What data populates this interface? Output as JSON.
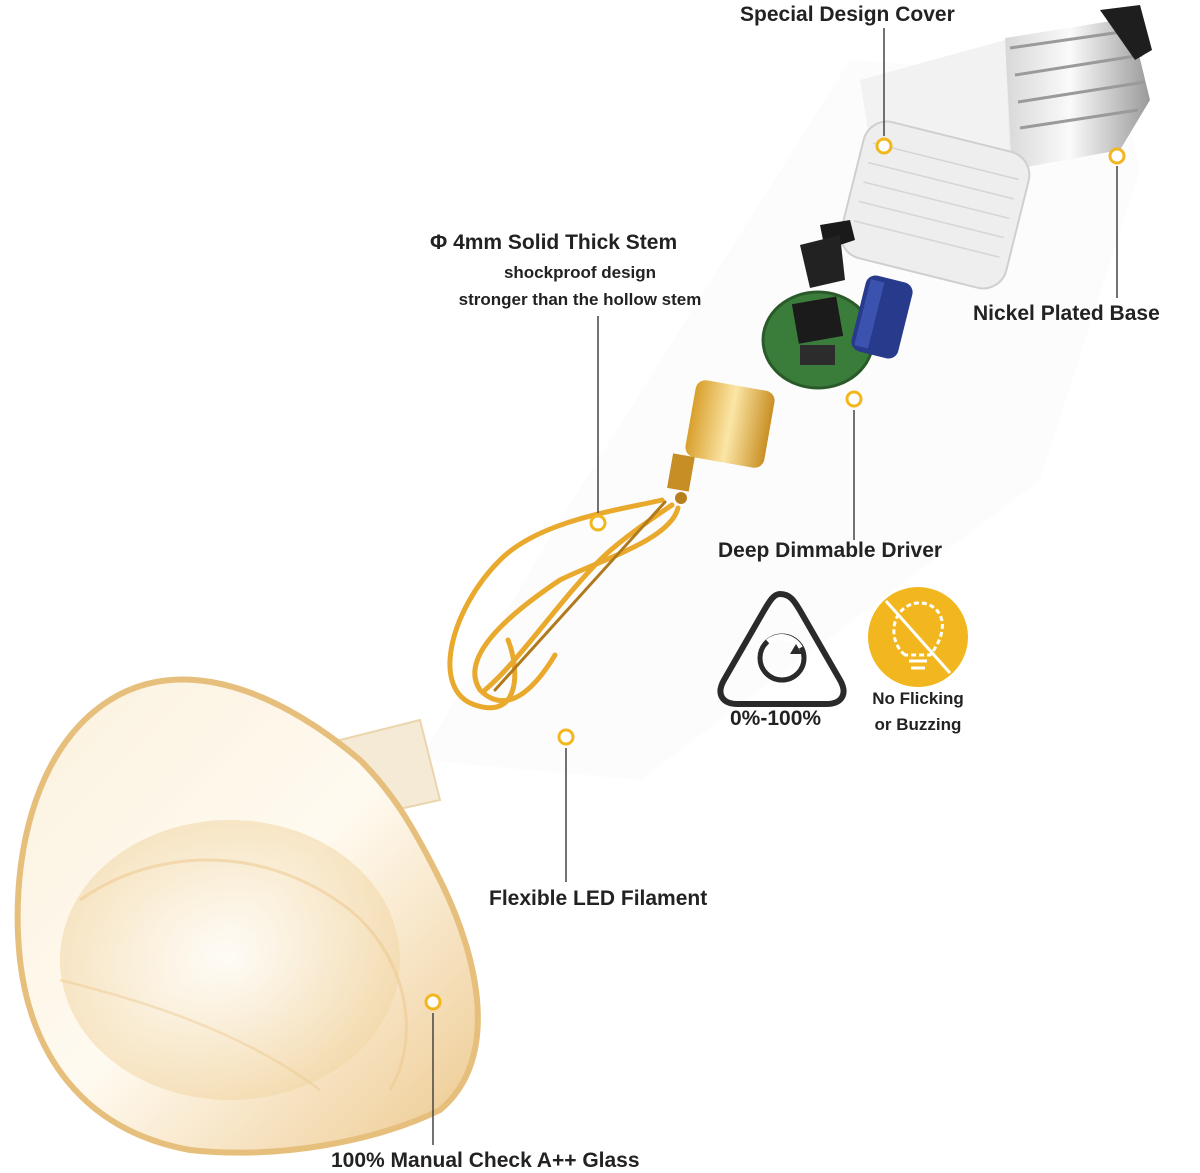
{
  "colors": {
    "accent": "#F2B71E",
    "leader": "#444444",
    "text": "#222222",
    "filament": "#E9A92C",
    "glass": "#F6E2BE"
  },
  "callouts": {
    "cover": "Special Design Cover",
    "base": "Nickel Plated Base",
    "stem_title": "Φ 4mm Solid Thick Stem",
    "stem_line1": "shockproof design",
    "stem_line2": "stronger than the hollow stem",
    "driver": "Deep Dimmable Driver",
    "filament": "Flexible LED Filament",
    "glass": "100% Manual Check A++ Glass"
  },
  "features": {
    "dimming": {
      "icon": "dimmer-triangle-icon",
      "label": "0%-100%"
    },
    "no_flicker": {
      "icon": "no-flicker-bulb-icon",
      "line1": "No Flicking",
      "line2": "or Buzzing"
    }
  }
}
